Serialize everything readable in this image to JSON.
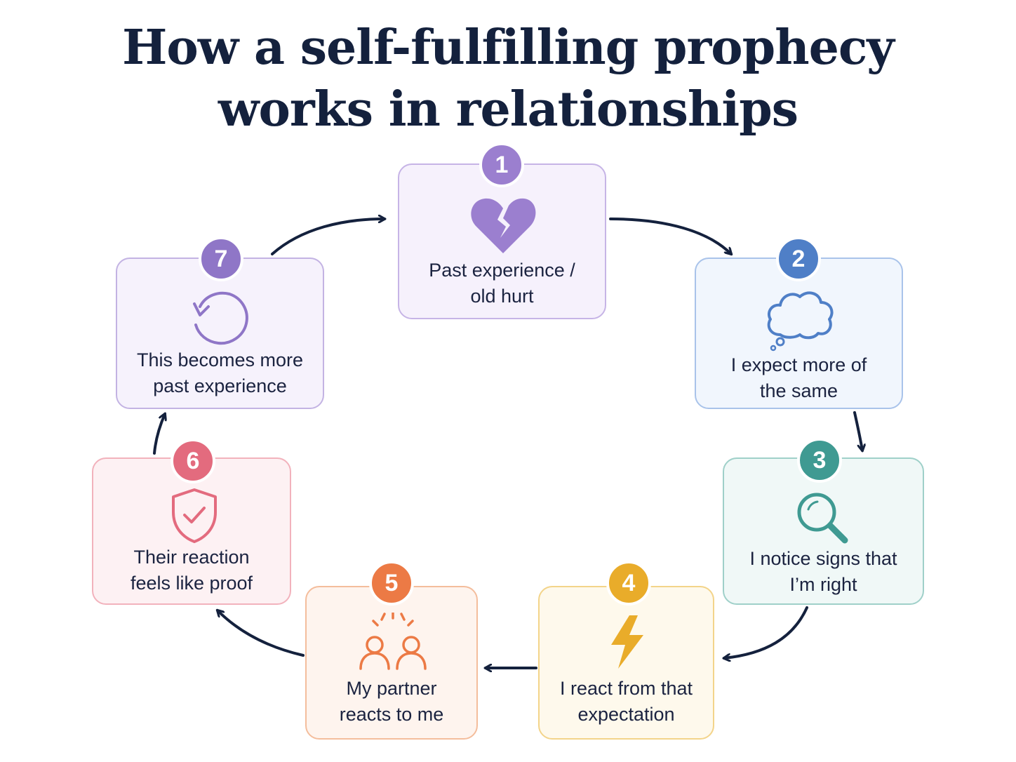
{
  "title": {
    "line1": "How a self-fulfilling prophecy",
    "line2": "works in relationships"
  },
  "steps": [
    {
      "number": "1",
      "line1": "Past experience /",
      "line2": "old hurt",
      "icon": "broken-heart-icon",
      "color": "#9b7fcf",
      "bg": "#f6f1fc",
      "border": "#c6b4e6"
    },
    {
      "number": "2",
      "line1": "I expect more of",
      "line2": "the same",
      "icon": "thought-cloud-icon",
      "color": "#4f7fc7",
      "bg": "#f1f6fd",
      "border": "#a9c3ea"
    },
    {
      "number": "3",
      "line1": "I notice signs that",
      "line2": "I’m right",
      "icon": "magnifying-glass-icon",
      "color": "#3f9a92",
      "bg": "#f0f8f7",
      "border": "#9fd0c9"
    },
    {
      "number": "4",
      "line1": "I react from that",
      "line2": "expectation",
      "icon": "lightning-bolt-icon",
      "color": "#e9ac2a",
      "bg": "#fef9ec",
      "border": "#f3d48a"
    },
    {
      "number": "5",
      "line1": "My partner",
      "line2": "reacts to me",
      "icon": "two-people-icon",
      "color": "#ec7a45",
      "bg": "#fef4ee",
      "border": "#f4bd9c"
    },
    {
      "number": "6",
      "line1": "Their reaction",
      "line2": "feels like proof",
      "icon": "shield-check-icon",
      "color": "#e36b7e",
      "bg": "#fdf1f3",
      "border": "#f2b2bc"
    },
    {
      "number": "7",
      "line1": "This becomes more",
      "line2": "past experience",
      "icon": "cycle-arrow-icon",
      "color": "#8f76c7",
      "bg": "#f6f2fc",
      "border": "#c3b3e3"
    }
  ]
}
